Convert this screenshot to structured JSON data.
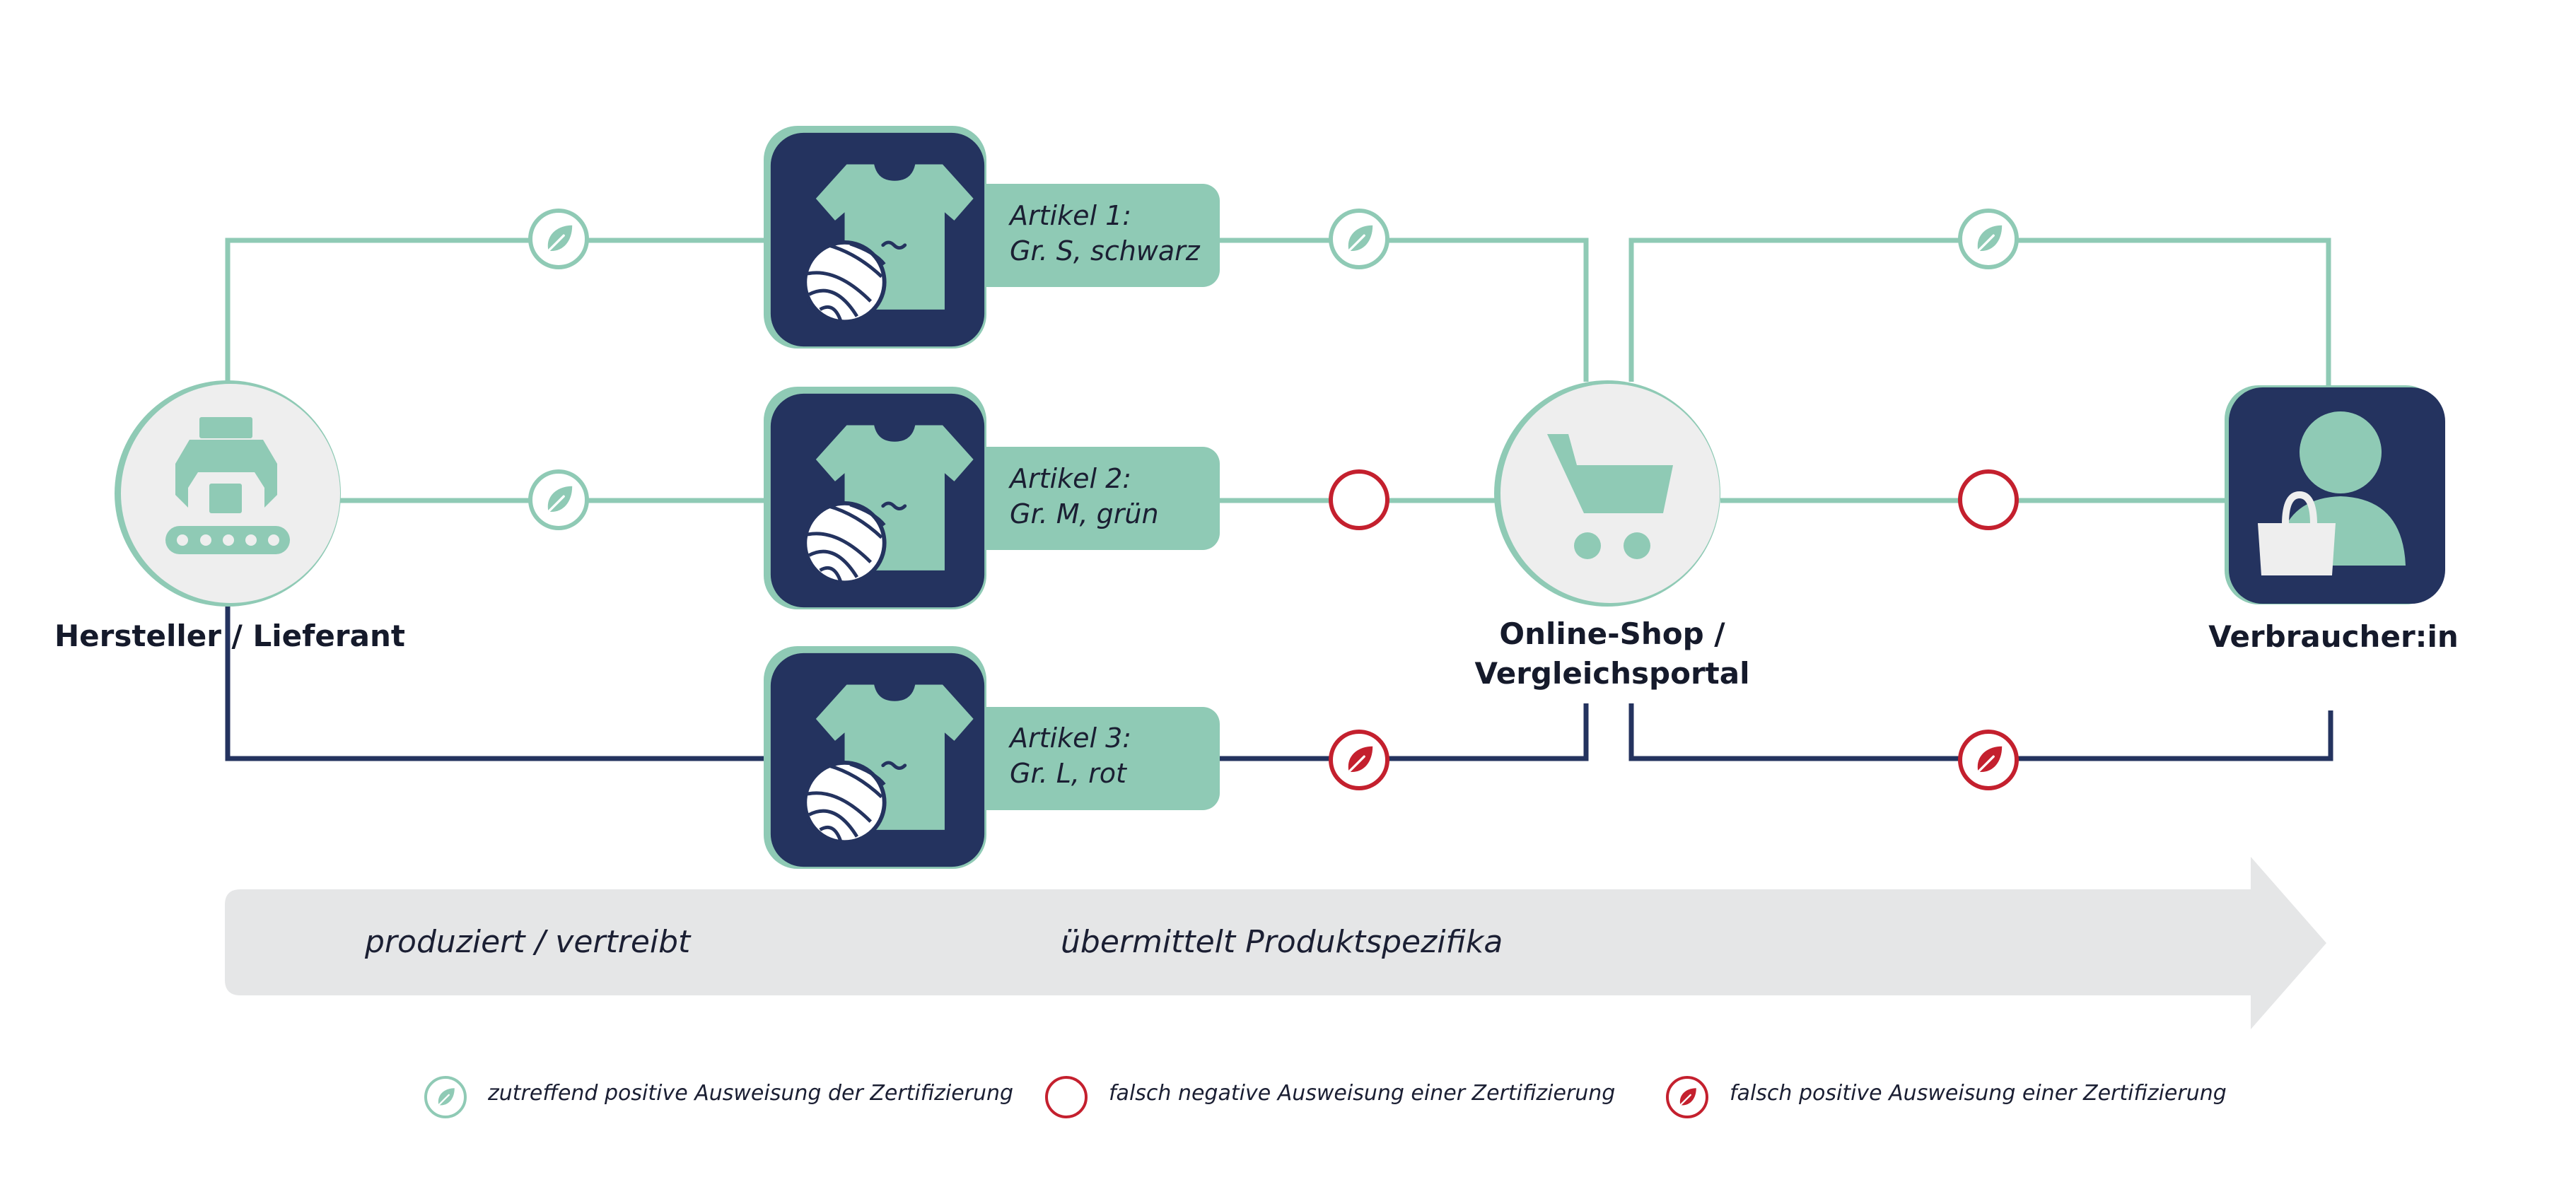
{
  "colors": {
    "mint": "#8fcab5",
    "mint_line": "#8fcab5",
    "navy": "#24335f",
    "red": "#c4202e",
    "grey_circle": "#eeeeee",
    "arrow_grey": "#e5e6e7",
    "text": "#151a2b"
  },
  "nodes": {
    "producer": "Hersteller / Lieferant",
    "shop_line1": "Online-Shop /",
    "shop_line2": "Vergleichsportal",
    "consumer": "Verbraucher:in"
  },
  "articles": [
    {
      "line1": "Artikel 1:",
      "line2": "Gr. S, schwarz"
    },
    {
      "line1": "Artikel 2:",
      "line2": "Gr. M, grün"
    },
    {
      "line1": "Artikel 3:",
      "line2": "Gr. L, rot"
    }
  ],
  "process_arrow": {
    "left_label": "produziert / vertreibt",
    "center_label": "übermittelt Produktspezifika"
  },
  "legend": [
    {
      "icon": "leaf-positive-icon",
      "text": "zutreffend positive Ausweisung der Zertifizierung"
    },
    {
      "icon": "empty-circle-icon",
      "text": "falsch negative Ausweisung einer Zertifizierung"
    },
    {
      "icon": "leaf-false-positive-icon",
      "text": "falsch positive Ausweisung einer Zertifizierung"
    }
  ]
}
